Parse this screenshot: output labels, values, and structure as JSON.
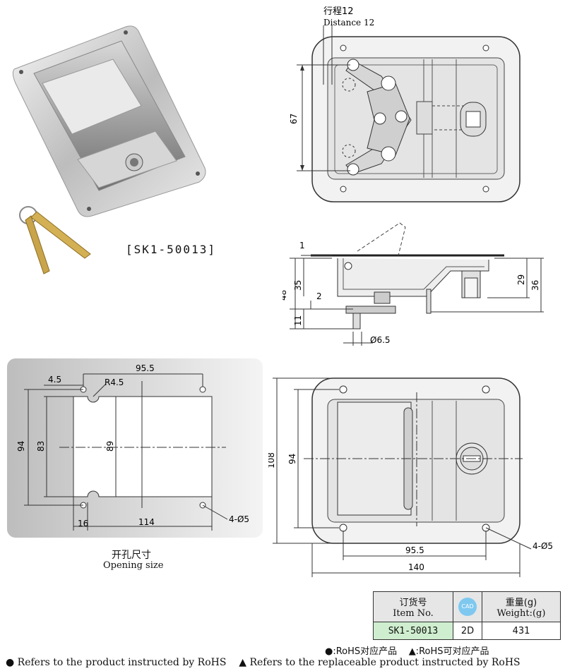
{
  "product": {
    "caption": "[SK1-50013]"
  },
  "front_view": {
    "stroke_label_cn": "行程12",
    "stroke_label_en": "Distance 12",
    "height_dim": "67"
  },
  "side_view": {
    "dims": {
      "top_thickness": "1",
      "body_depth": "35",
      "overall_depth": "48",
      "gap": "2",
      "bottom": "11",
      "right_depth": "29",
      "right_overall": "36",
      "shaft_dia": "Ø6.5"
    }
  },
  "cutout": {
    "caption_cn": "开孔尺寸",
    "caption_en": "Opening size",
    "dims": {
      "edge": "4.5",
      "hole_spacing": "95.5",
      "radius": "R4.5",
      "height_outer": "94",
      "height_hole": "83",
      "height_cut": "89",
      "edge_bottom": "16",
      "width_cut": "114",
      "holes": "4-Ø5"
    }
  },
  "mount_view": {
    "dims": {
      "height": "108",
      "hole_height": "94",
      "hole_spacing": "95.5",
      "width": "140",
      "holes": "4-Ø5"
    }
  },
  "spec_table": {
    "col1_cn": "订货号",
    "col1_en": "Item No.",
    "cad_label": "CAD",
    "col3_cn": "重量(g)",
    "col3_en": "Weight:(g)",
    "item_no": "SK1-50013",
    "cad_value": "2D",
    "weight": "431"
  },
  "legend": {
    "rohs_cn": "●:RoHS对应产品",
    "replaceable_cn": "▲:RoHS可对应产品",
    "rohs_en": "● Refers to the product instructed by RoHS",
    "replaceable_en": "▲ Refers to the replaceable product instructed by RoHS"
  },
  "colors": {
    "accent_green": "#1a9a1a",
    "item_bg": "#cfeecf"
  }
}
